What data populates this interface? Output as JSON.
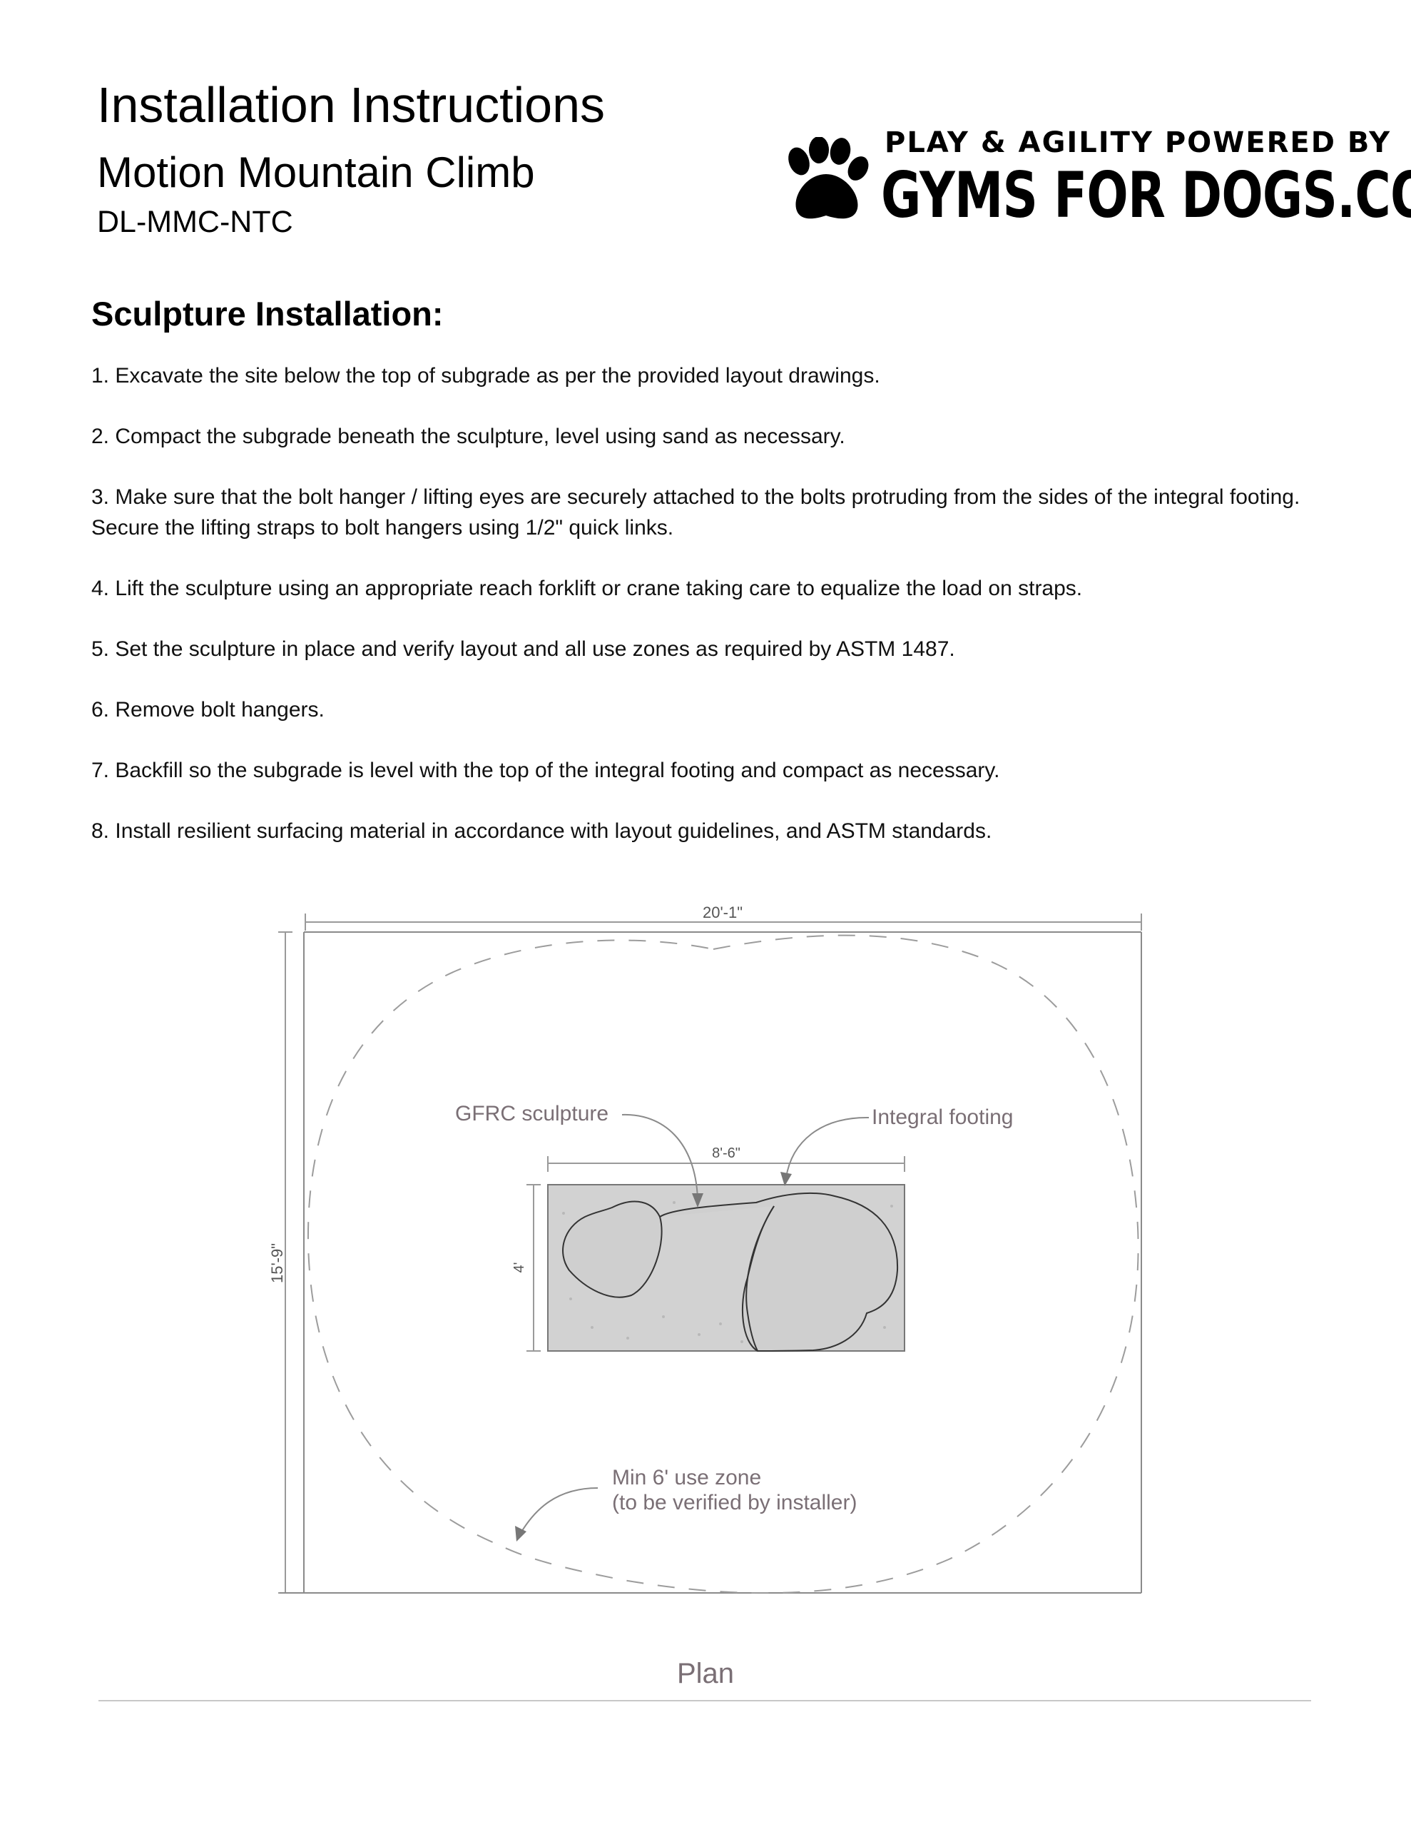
{
  "header": {
    "title": "Installation Instructions",
    "product_name": "Motion Mountain Climb",
    "product_code": "DL-MMC-NTC"
  },
  "logo": {
    "tagline": "PLAY & AGILITY POWERED BY",
    "brand": "GYMS FOR DOGS.COM",
    "icon": "paw-print-icon"
  },
  "section": {
    "heading": "Sculpture Installation:",
    "steps": [
      "1. Excavate the site below the top of subgrade as per the provided layout drawings.",
      "2. Compact the subgrade beneath the sculpture, level using sand as necessary.",
      "3. Make sure that the bolt hanger / lifting eyes are securely attached to the bolts protruding from the sides of the integral footing.  Secure the lifting straps to bolt hangers using 1/2\" quick links.",
      "4. Lift the sculpture using an appropriate reach forklift or crane taking care to equalize the load on straps.",
      "5. Set the sculpture in place and verify layout and all use zones as required by ASTM 1487.",
      "6. Remove bolt hangers.",
      "7. Backfill so the subgrade is level with the top of the integral footing and compact as necessary.",
      "8. Install resilient surfacing material in accordance with layout guidelines, and ASTM standards."
    ]
  },
  "plan": {
    "overall_width": "20'-1\"",
    "overall_depth": "15'-9\"",
    "footing_width": "8'-6\"",
    "footing_depth": "4'",
    "label_sculpture": "GFRC sculpture",
    "label_footing": "Integral footing",
    "label_use_zone_1": "Min 6' use zone",
    "label_use_zone_2": "(to be verified by installer)",
    "caption": "Plan",
    "label_color": "#7a6f75"
  }
}
